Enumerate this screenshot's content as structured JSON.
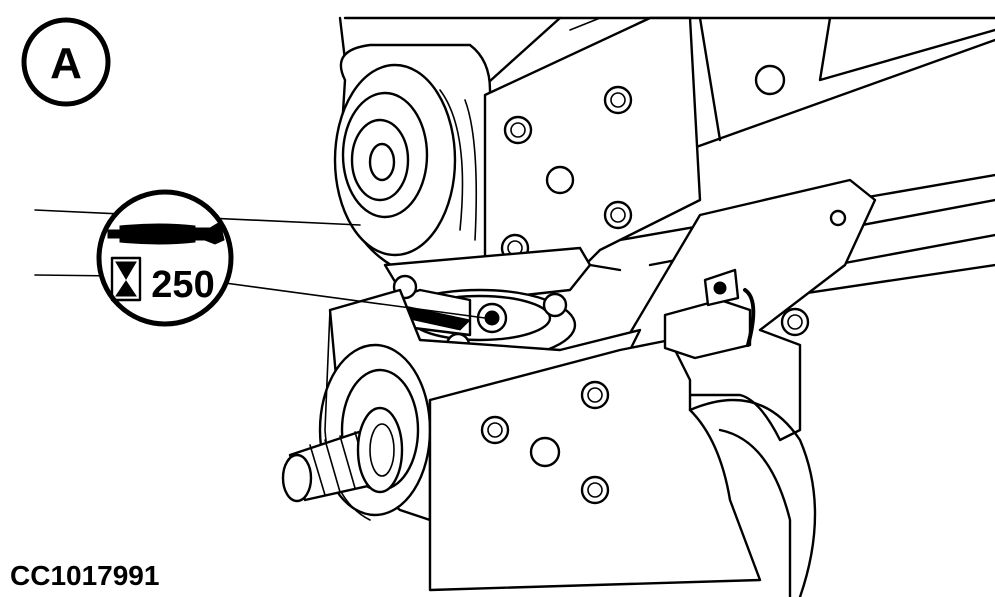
{
  "figure": {
    "panel_label": "A",
    "lubrication_interval": "250",
    "figure_code": "CC1017991"
  },
  "icons": {
    "grease_gun": "grease-gun-icon",
    "hourglass": "hourglass-icon"
  },
  "colors": {
    "ink": "#000000",
    "paper": "#ffffff"
  }
}
